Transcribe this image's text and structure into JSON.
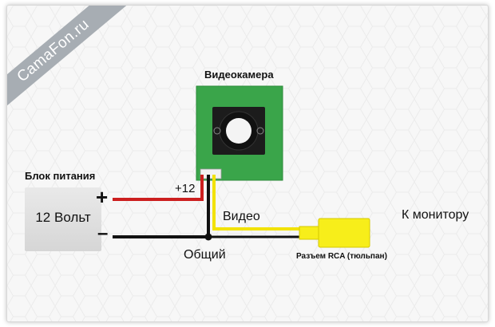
{
  "watermark": "CamaFon.ru",
  "labels": {
    "camera": "Видеокамера",
    "power_supply": "Блок питания",
    "psu_value": "12 Вольт",
    "plus": "+",
    "minus": "–",
    "plus12": "+12",
    "video": "Видео",
    "to_monitor": "К монитору",
    "common": "Общий",
    "rca_connector": "Разъем RCA (тюльпан)"
  },
  "colors": {
    "board": "#3aa54a",
    "power_wire": "#cc1f1f",
    "ground_wire": "#111111",
    "video_wire": "#f2e200",
    "rca_plug": "#f7ee1a",
    "ribbon": "#a7adb3"
  }
}
